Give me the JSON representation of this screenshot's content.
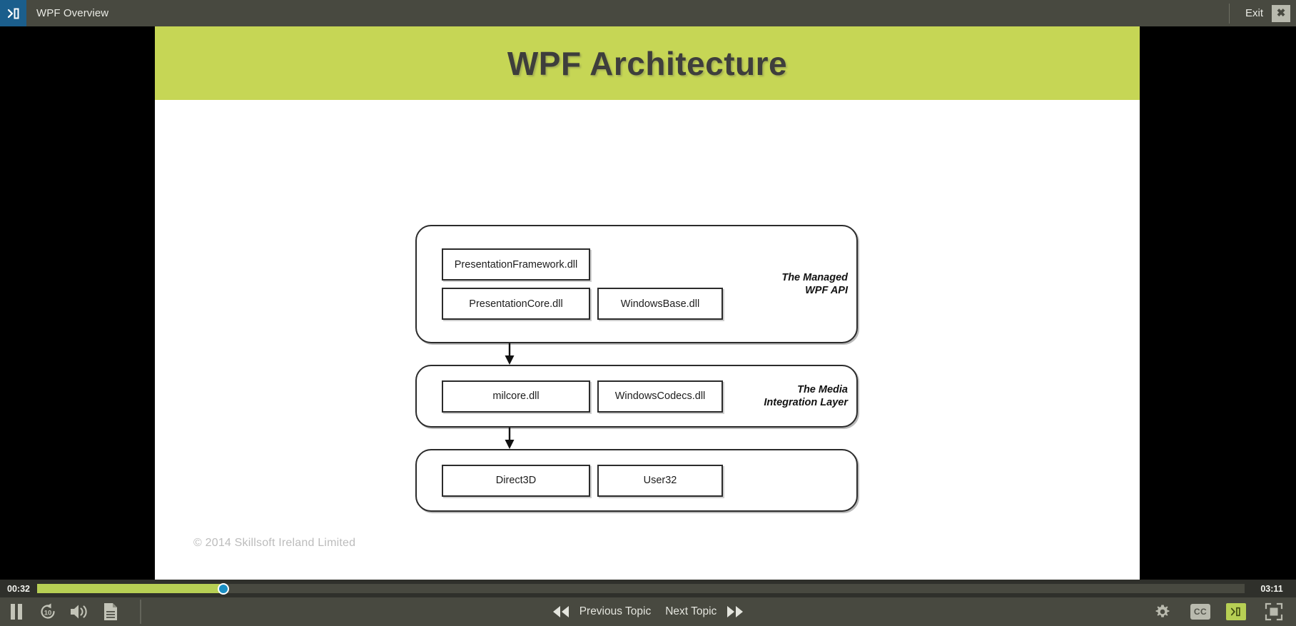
{
  "topbar": {
    "logo_icon": "skillsoft-player-icon",
    "title": "WPF Overview",
    "exit_label": "Exit",
    "close_icon": "close-icon",
    "close_glyph": "✖"
  },
  "slide": {
    "title": "WPF Architecture",
    "banner_color": "#c6d655",
    "copyright": "© 2014 Skillsoft Ireland Limited"
  },
  "diagram": {
    "layers": [
      {
        "caption": "The Managed\nWPF API",
        "rows": [
          [
            "PresentationFramework.dll"
          ],
          [
            "PresentationCore.dll",
            "WindowsBase.dll"
          ]
        ]
      },
      {
        "caption": "The Media\nIntegration Layer",
        "rows": [
          [
            "milcore.dll",
            "WindowsCodecs.dll"
          ]
        ]
      },
      {
        "caption": "",
        "rows": [
          [
            "Direct3D",
            "User32"
          ]
        ]
      }
    ]
  },
  "player": {
    "time_elapsed": "00:32",
    "time_total": "03:11",
    "progress_percent": 15.4,
    "progress_color": "#b7cf54",
    "handle_color": "#1b8fc4",
    "buttons": {
      "pause": "pause-icon",
      "rewind_10": "rewind-10-icon",
      "rewind_10_label": "10",
      "volume": "volume-icon",
      "transcript": "transcript-icon",
      "previous_topic": "Previous Topic",
      "next_topic": "Next Topic",
      "settings": "gear-icon",
      "closed_captions": "CC",
      "player_logo": "skillsoft-player-icon",
      "fullscreen": "fullscreen-icon"
    }
  }
}
